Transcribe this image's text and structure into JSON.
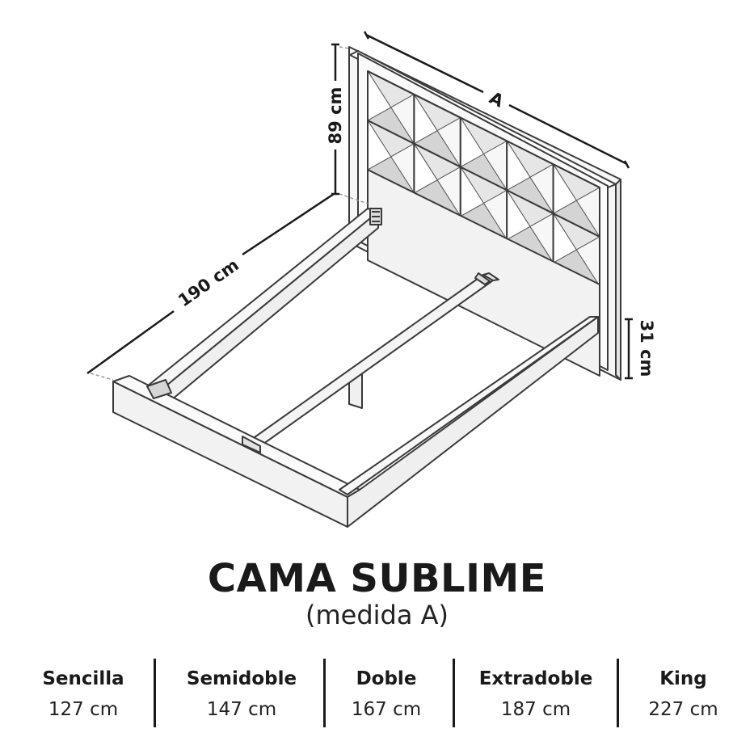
{
  "dimensions": {
    "headboard_width": "A",
    "headboard_height": "89 cm",
    "bed_length": "190 cm",
    "base_height": "31 cm"
  },
  "title": "CAMA SUBLIME",
  "subtitle": "(medida A)",
  "sizes": [
    {
      "name": "Sencilla",
      "value": "127 cm"
    },
    {
      "name": "Semidoble",
      "value": "147 cm"
    },
    {
      "name": "Doble",
      "value": "167 cm"
    },
    {
      "name": "Extradoble",
      "value": "187 cm"
    },
    {
      "name": "King",
      "value": "227 cm"
    }
  ],
  "colors": {
    "line": "#3a3a3a",
    "frame_fill": "#f4f4f4",
    "tile_shade": "#d9d9d9",
    "text": "#1a1a1a"
  }
}
